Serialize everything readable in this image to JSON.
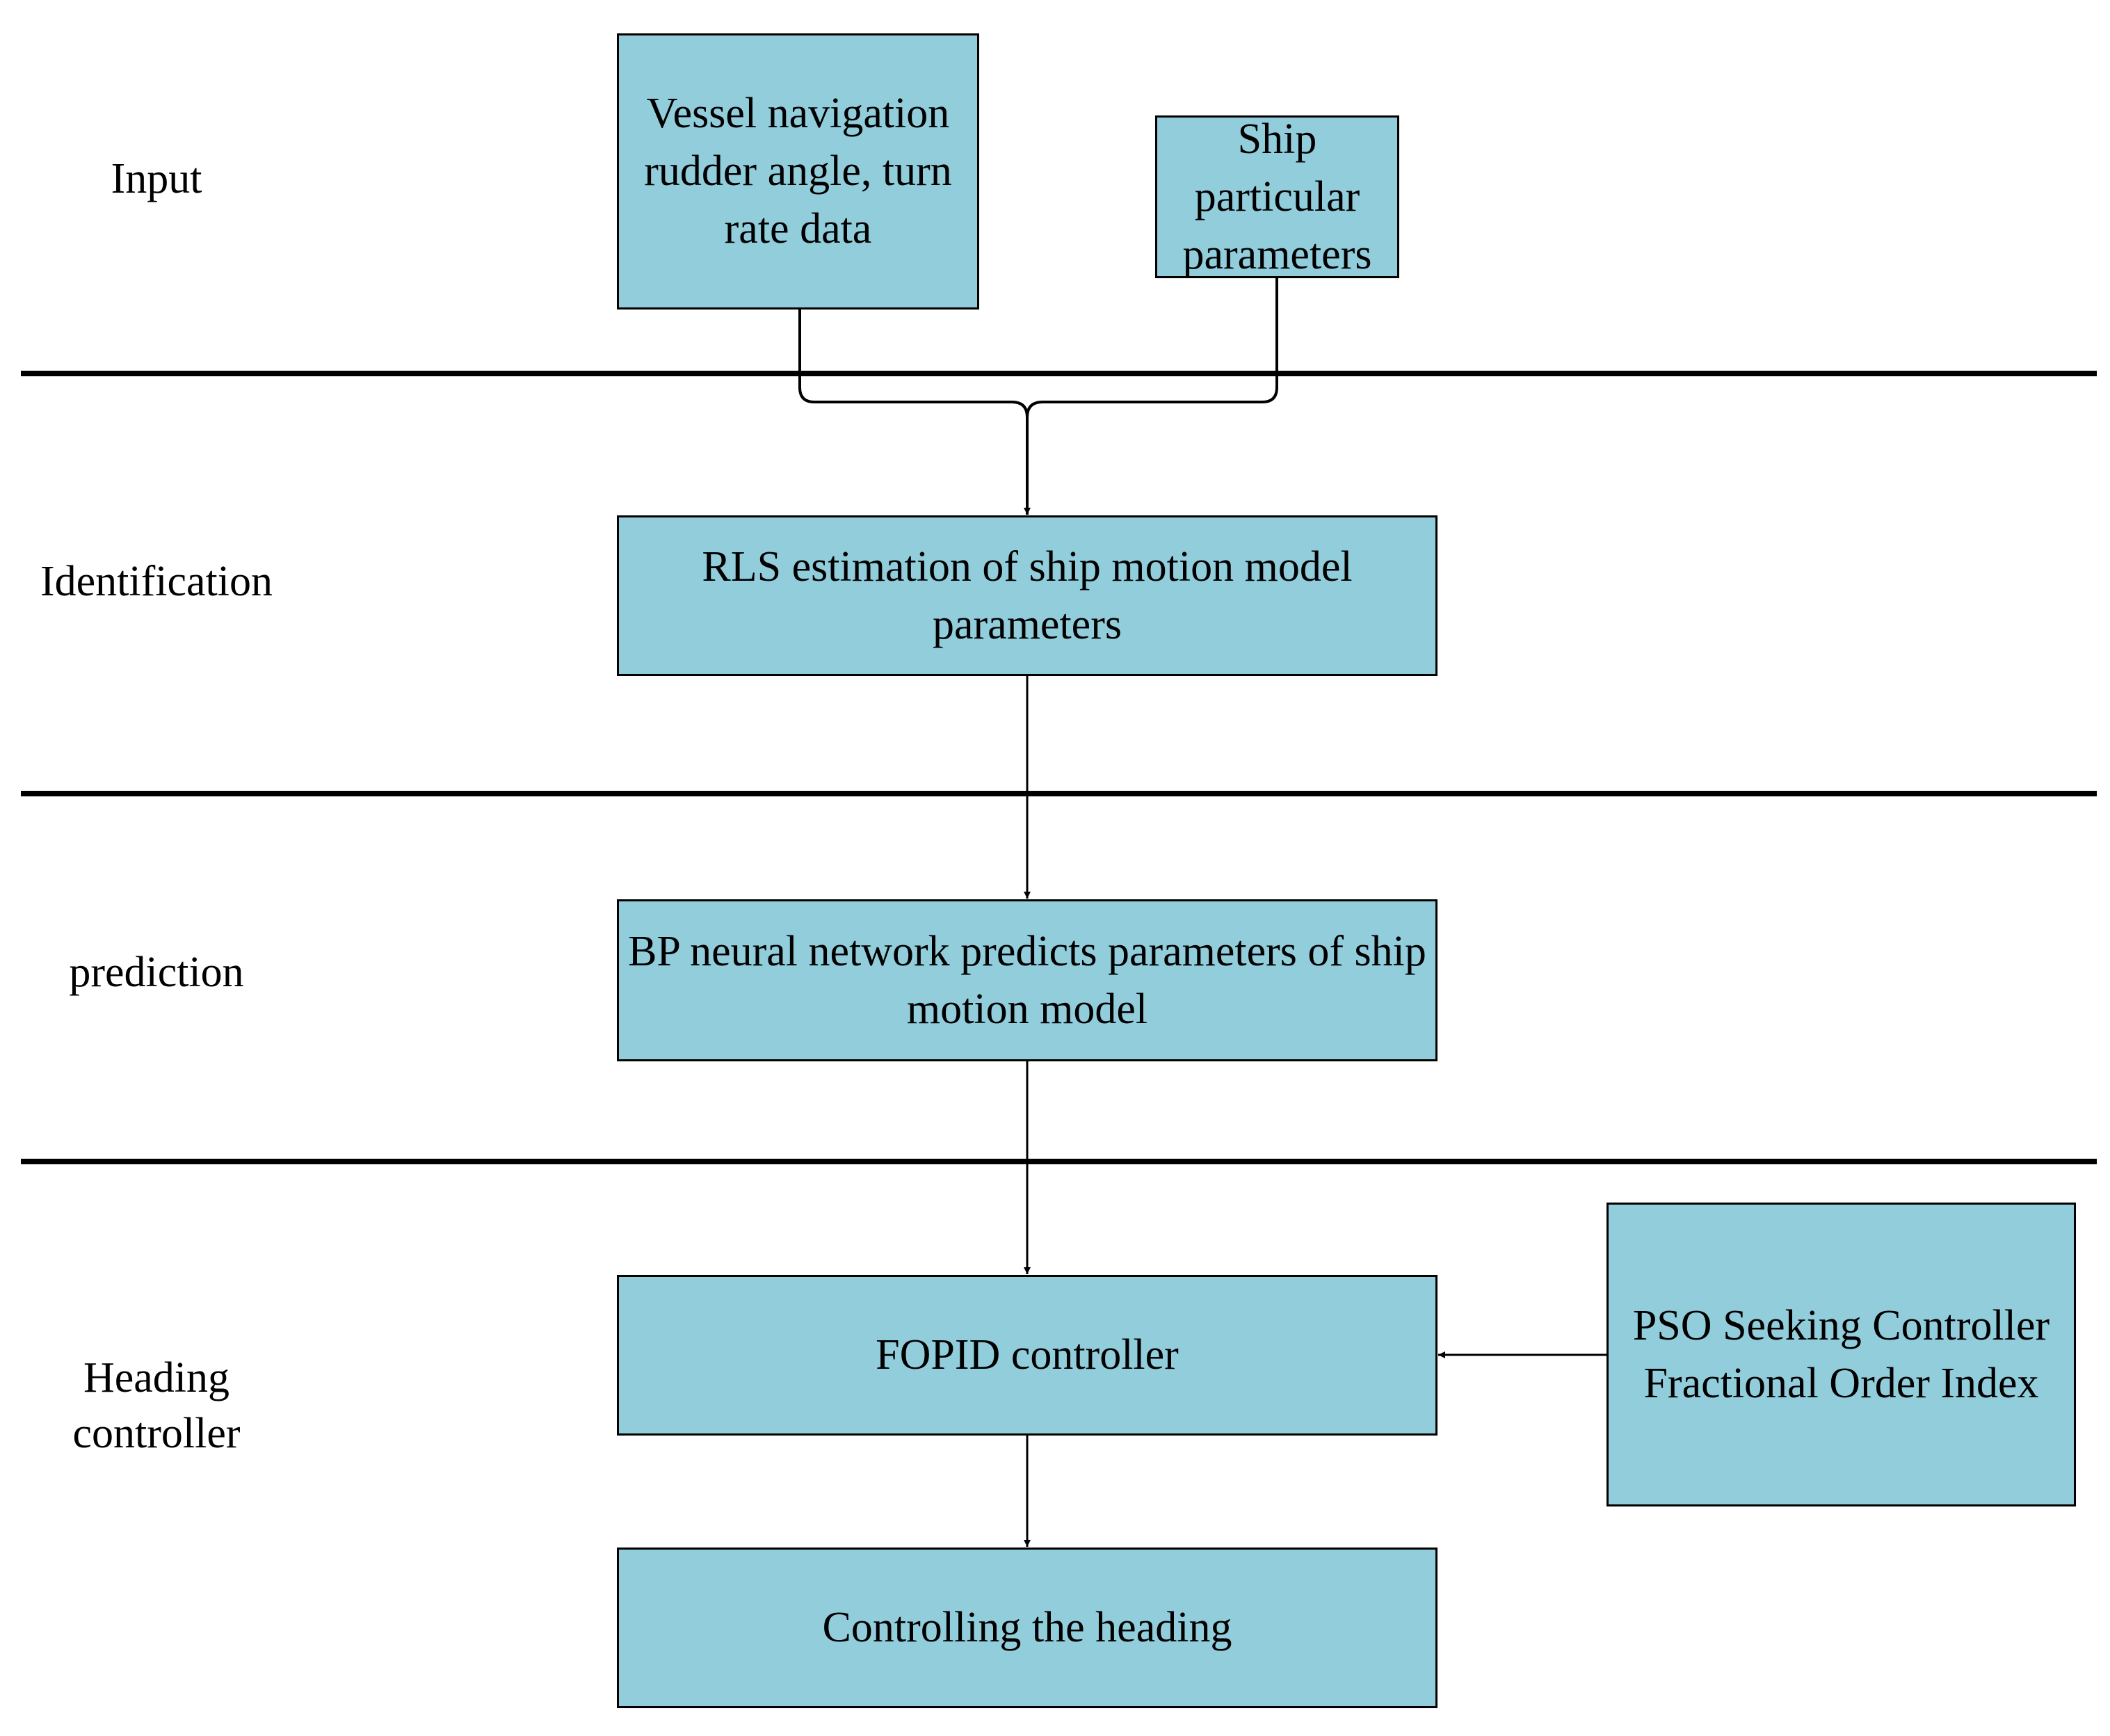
{
  "stages": {
    "input": "Input",
    "identification": "Identification",
    "prediction": "prediction",
    "heading_controller": "Heading controller"
  },
  "boxes": {
    "vessel_navigation": "Vessel navigation rudder angle, turn rate data",
    "ship_particulars": "Ship particular parameters",
    "rls_estimation": "RLS estimation of ship motion model parameters",
    "bp_prediction": "BP neural network predicts parameters of ship motion model",
    "fopid_controller": "FOPID controller",
    "pso_seeking": "PSO Seeking Controller Fractional Order Index",
    "controlling_heading": "Controlling the heading"
  },
  "colors": {
    "box_fill": "#92CDDC",
    "line": "#000000"
  }
}
